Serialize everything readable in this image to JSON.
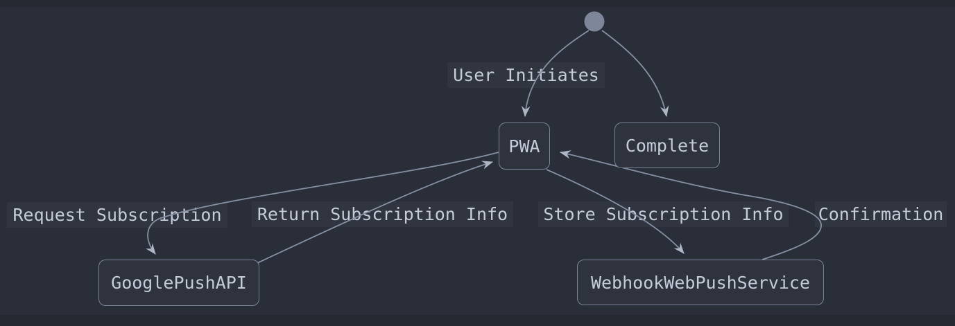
{
  "diagram_type": "state-diagram",
  "nodes": {
    "pwa": {
      "label": "PWA"
    },
    "complete": {
      "label": "Complete"
    },
    "google_push_api": {
      "label": "GooglePushAPI"
    },
    "webhook_web_push_service": {
      "label": "WebhookWebPushService"
    }
  },
  "edges": [
    {
      "from": "start",
      "to": "PWA",
      "label": "User Initiates"
    },
    {
      "from": "start",
      "to": "Complete",
      "label": ""
    },
    {
      "from": "PWA",
      "to": "GooglePushAPI",
      "label": "Request Subscription"
    },
    {
      "from": "GooglePushAPI",
      "to": "PWA",
      "label": "Return Subscription Info"
    },
    {
      "from": "PWA",
      "to": "WebhookWebPushService",
      "label": "Store Subscription Info"
    },
    {
      "from": "WebhookWebPushService",
      "to": "PWA",
      "label": "Confirmation"
    }
  ],
  "colors": {
    "page_bg": "#262932",
    "canvas_bg": "#2a2e39",
    "node_fill": "#2f333e",
    "node_border": "#7b8496",
    "edge_line": "#8591a3",
    "arrowhead": "#aeb5c5",
    "text": "#c6cbd9",
    "label_bg": "#313540",
    "start_node": "#7e8799"
  }
}
